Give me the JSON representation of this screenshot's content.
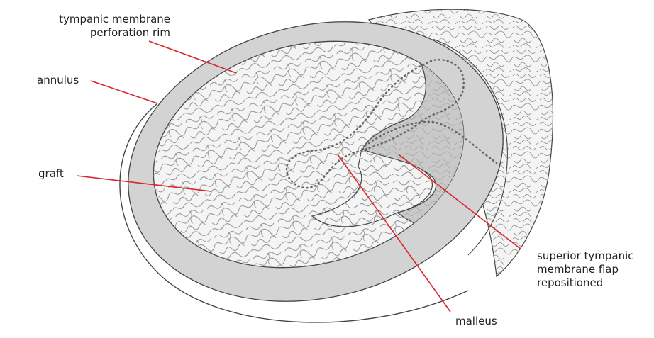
{
  "labels": {
    "perforation_rim": [
      "tympanic membrane",
      "perforation rim"
    ],
    "annulus": "annulus",
    "graft": "graft",
    "flap": [
      "superior tympanic",
      "membrane flap",
      "repositioned"
    ],
    "malleus": "malleus"
  },
  "colors": {
    "leader": "#d9252b",
    "outline": "#444444",
    "rim_fill": "#d3d3d3",
    "graft_fill": "#f4f4f4",
    "flap_fill": "#c9c9c9",
    "texture": "#8a8a8a",
    "dots": "#666666"
  }
}
